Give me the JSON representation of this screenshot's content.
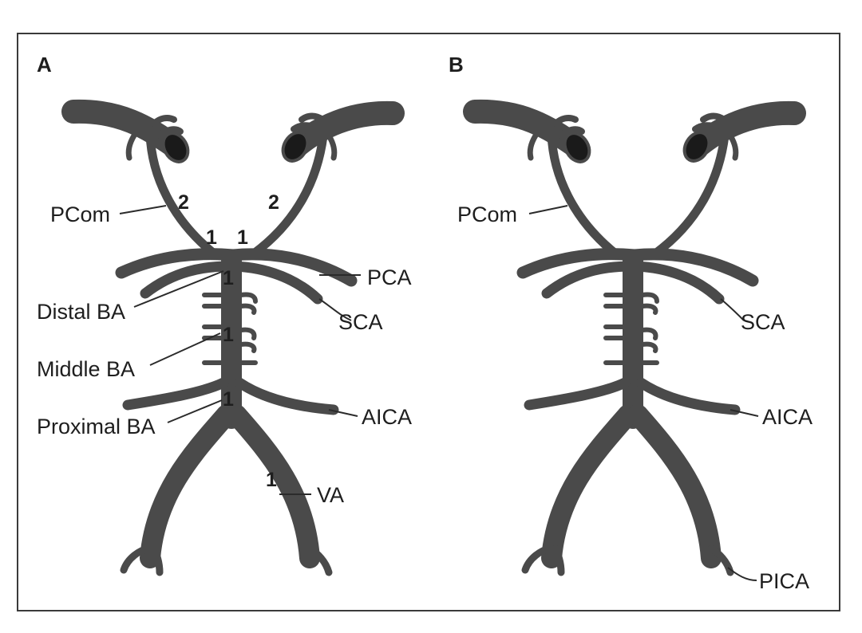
{
  "colors": {
    "vessel": "#4a4a4a",
    "lumen": "#1a1a1a",
    "frame": "#3a3a3a"
  },
  "panels": [
    {
      "letter": "A",
      "labels": {
        "pcom": "PCom",
        "pca": "PCA",
        "sca": "SCA",
        "distal_ba": "Distal BA",
        "middle_ba": "Middle BA",
        "proximal_ba": "Proximal BA",
        "aica": "AICA",
        "va": "VA"
      },
      "markers": {
        "pcom_left": "2",
        "pcom_right": "2",
        "p1_left": "1",
        "p1_right": "1",
        "distal_ba": "1",
        "middle_ba": "1",
        "proximal_ba": "1",
        "va": "1"
      }
    },
    {
      "letter": "B",
      "labels": {
        "pcom": "PCom",
        "sca": "SCA",
        "aica": "AICA",
        "pica": "PICA"
      }
    }
  ]
}
